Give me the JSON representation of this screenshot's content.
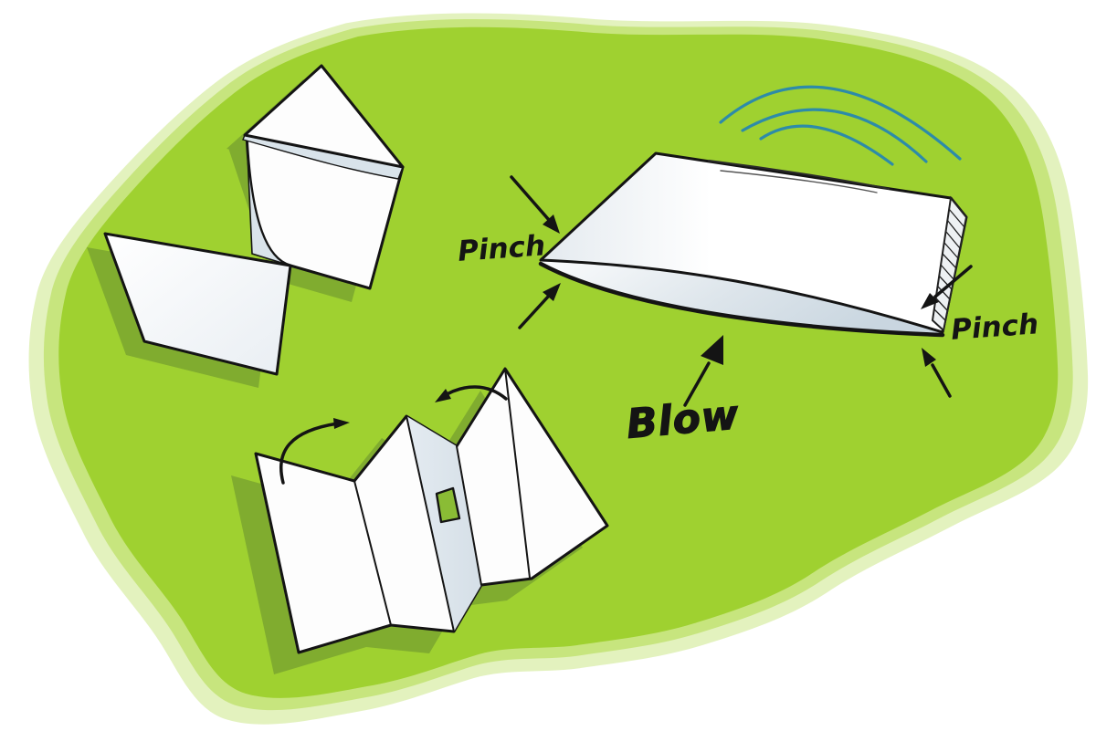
{
  "labels": {
    "pinch_left": "Pinch",
    "pinch_right": "Pinch",
    "blow": "Blow"
  },
  "colors": {
    "blob_green": "#9fd130",
    "blob_edge_green": "#c7e57e",
    "shadow_green": "#80ac2f",
    "hole_green": "#8abc35",
    "paper_white": "#fefefe",
    "paper_shade": "#dbe5ec",
    "ink": "#141414",
    "arc_blue": "#2d8ba9",
    "background": "#ffffff"
  },
  "figures": [
    {
      "icon": "zigzag-folded-paper-icon"
    },
    {
      "icon": "unfolded-paper-with-diamond-hole-icon"
    },
    {
      "icon": "paper-popper-icon"
    },
    {
      "icon": "sound-waves-icon"
    },
    {
      "icon": "pinch-arrow-icon"
    },
    {
      "icon": "blow-arrow-icon"
    },
    {
      "icon": "fold-direction-arrow-icon"
    }
  ]
}
